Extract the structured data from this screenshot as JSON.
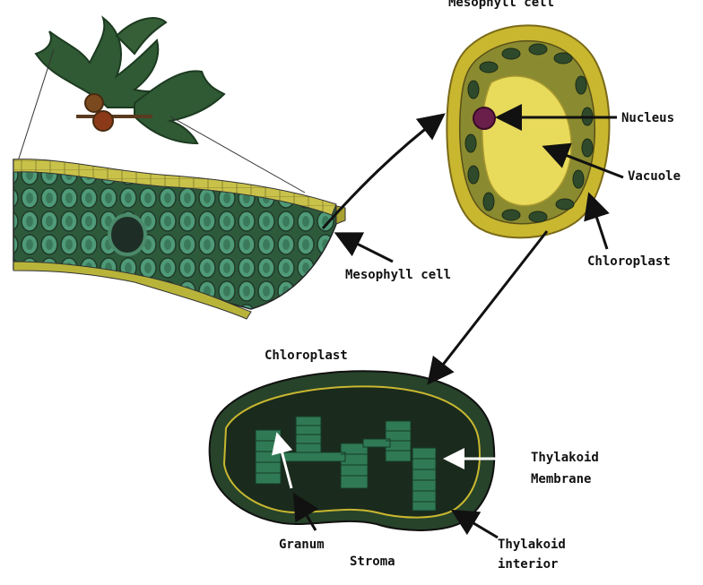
{
  "labels": {
    "top_title": "Mesophyll cell",
    "leaf_mesophyll": "Mesophyll cell",
    "nucleus": "Nucleus",
    "vacuole": "Vacuole",
    "chloroplast_cell": "Chloroplast",
    "chloroplast_title": "Chloroplast",
    "thylakoid_membrane_1": "Thylakoid",
    "thylakoid_membrane_2": "Membrane",
    "granum": "Granum",
    "stroma": "Stroma",
    "thylakoid_interior_1": "Thylakoid",
    "thylakoid_interior_2": "interior"
  },
  "colors": {
    "leaf_green": "#2f5a34",
    "cell_yellow": "#c9b730",
    "cell_inner": "#e8da5a",
    "chloroplast_dark": "#27432a",
    "stack_green": "#2f7a55",
    "nucleus": "#6a1f4a"
  }
}
